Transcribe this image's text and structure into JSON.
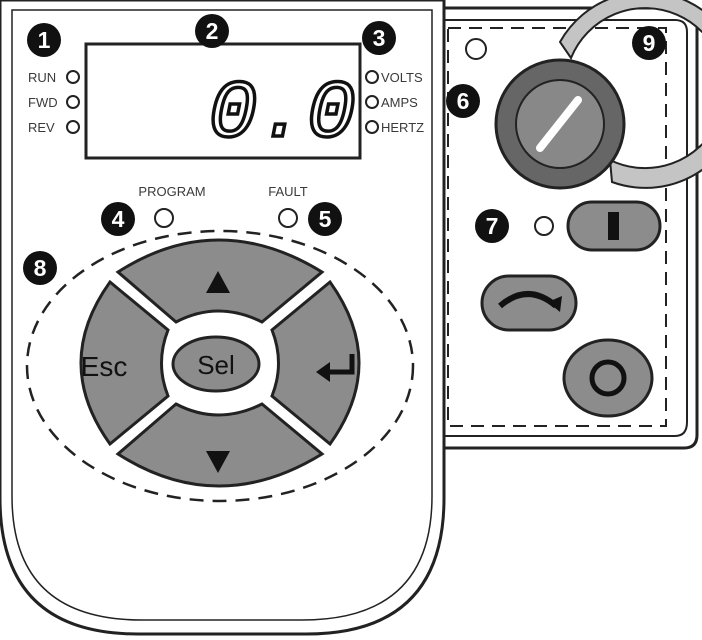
{
  "display": {
    "readout": "0.0"
  },
  "left_indicators": {
    "run": "RUN",
    "fwd": "FWD",
    "rev": "REV"
  },
  "right_indicators": {
    "volts": "VOLTS",
    "amps": "AMPS",
    "hertz": "HERTZ"
  },
  "status_leds": {
    "program": "PROGRAM",
    "fault": "FAULT"
  },
  "keypad": {
    "esc": "Esc",
    "sel": "Sel"
  },
  "callouts": [
    "1",
    "2",
    "3",
    "4",
    "5",
    "6",
    "7",
    "8",
    "9"
  ],
  "icons": {
    "up": "triangle-up-icon",
    "down": "triangle-down-icon",
    "enter": "enter-arrow-icon",
    "start": "start-bar-icon",
    "reverse": "arc-arrow-icon",
    "stop": "stop-ring-icon"
  },
  "colors": {
    "button_fill": "#8c8c8c",
    "outline": "#222222",
    "dial_light": "#c4c4c4",
    "dial_dark": "#666666"
  }
}
